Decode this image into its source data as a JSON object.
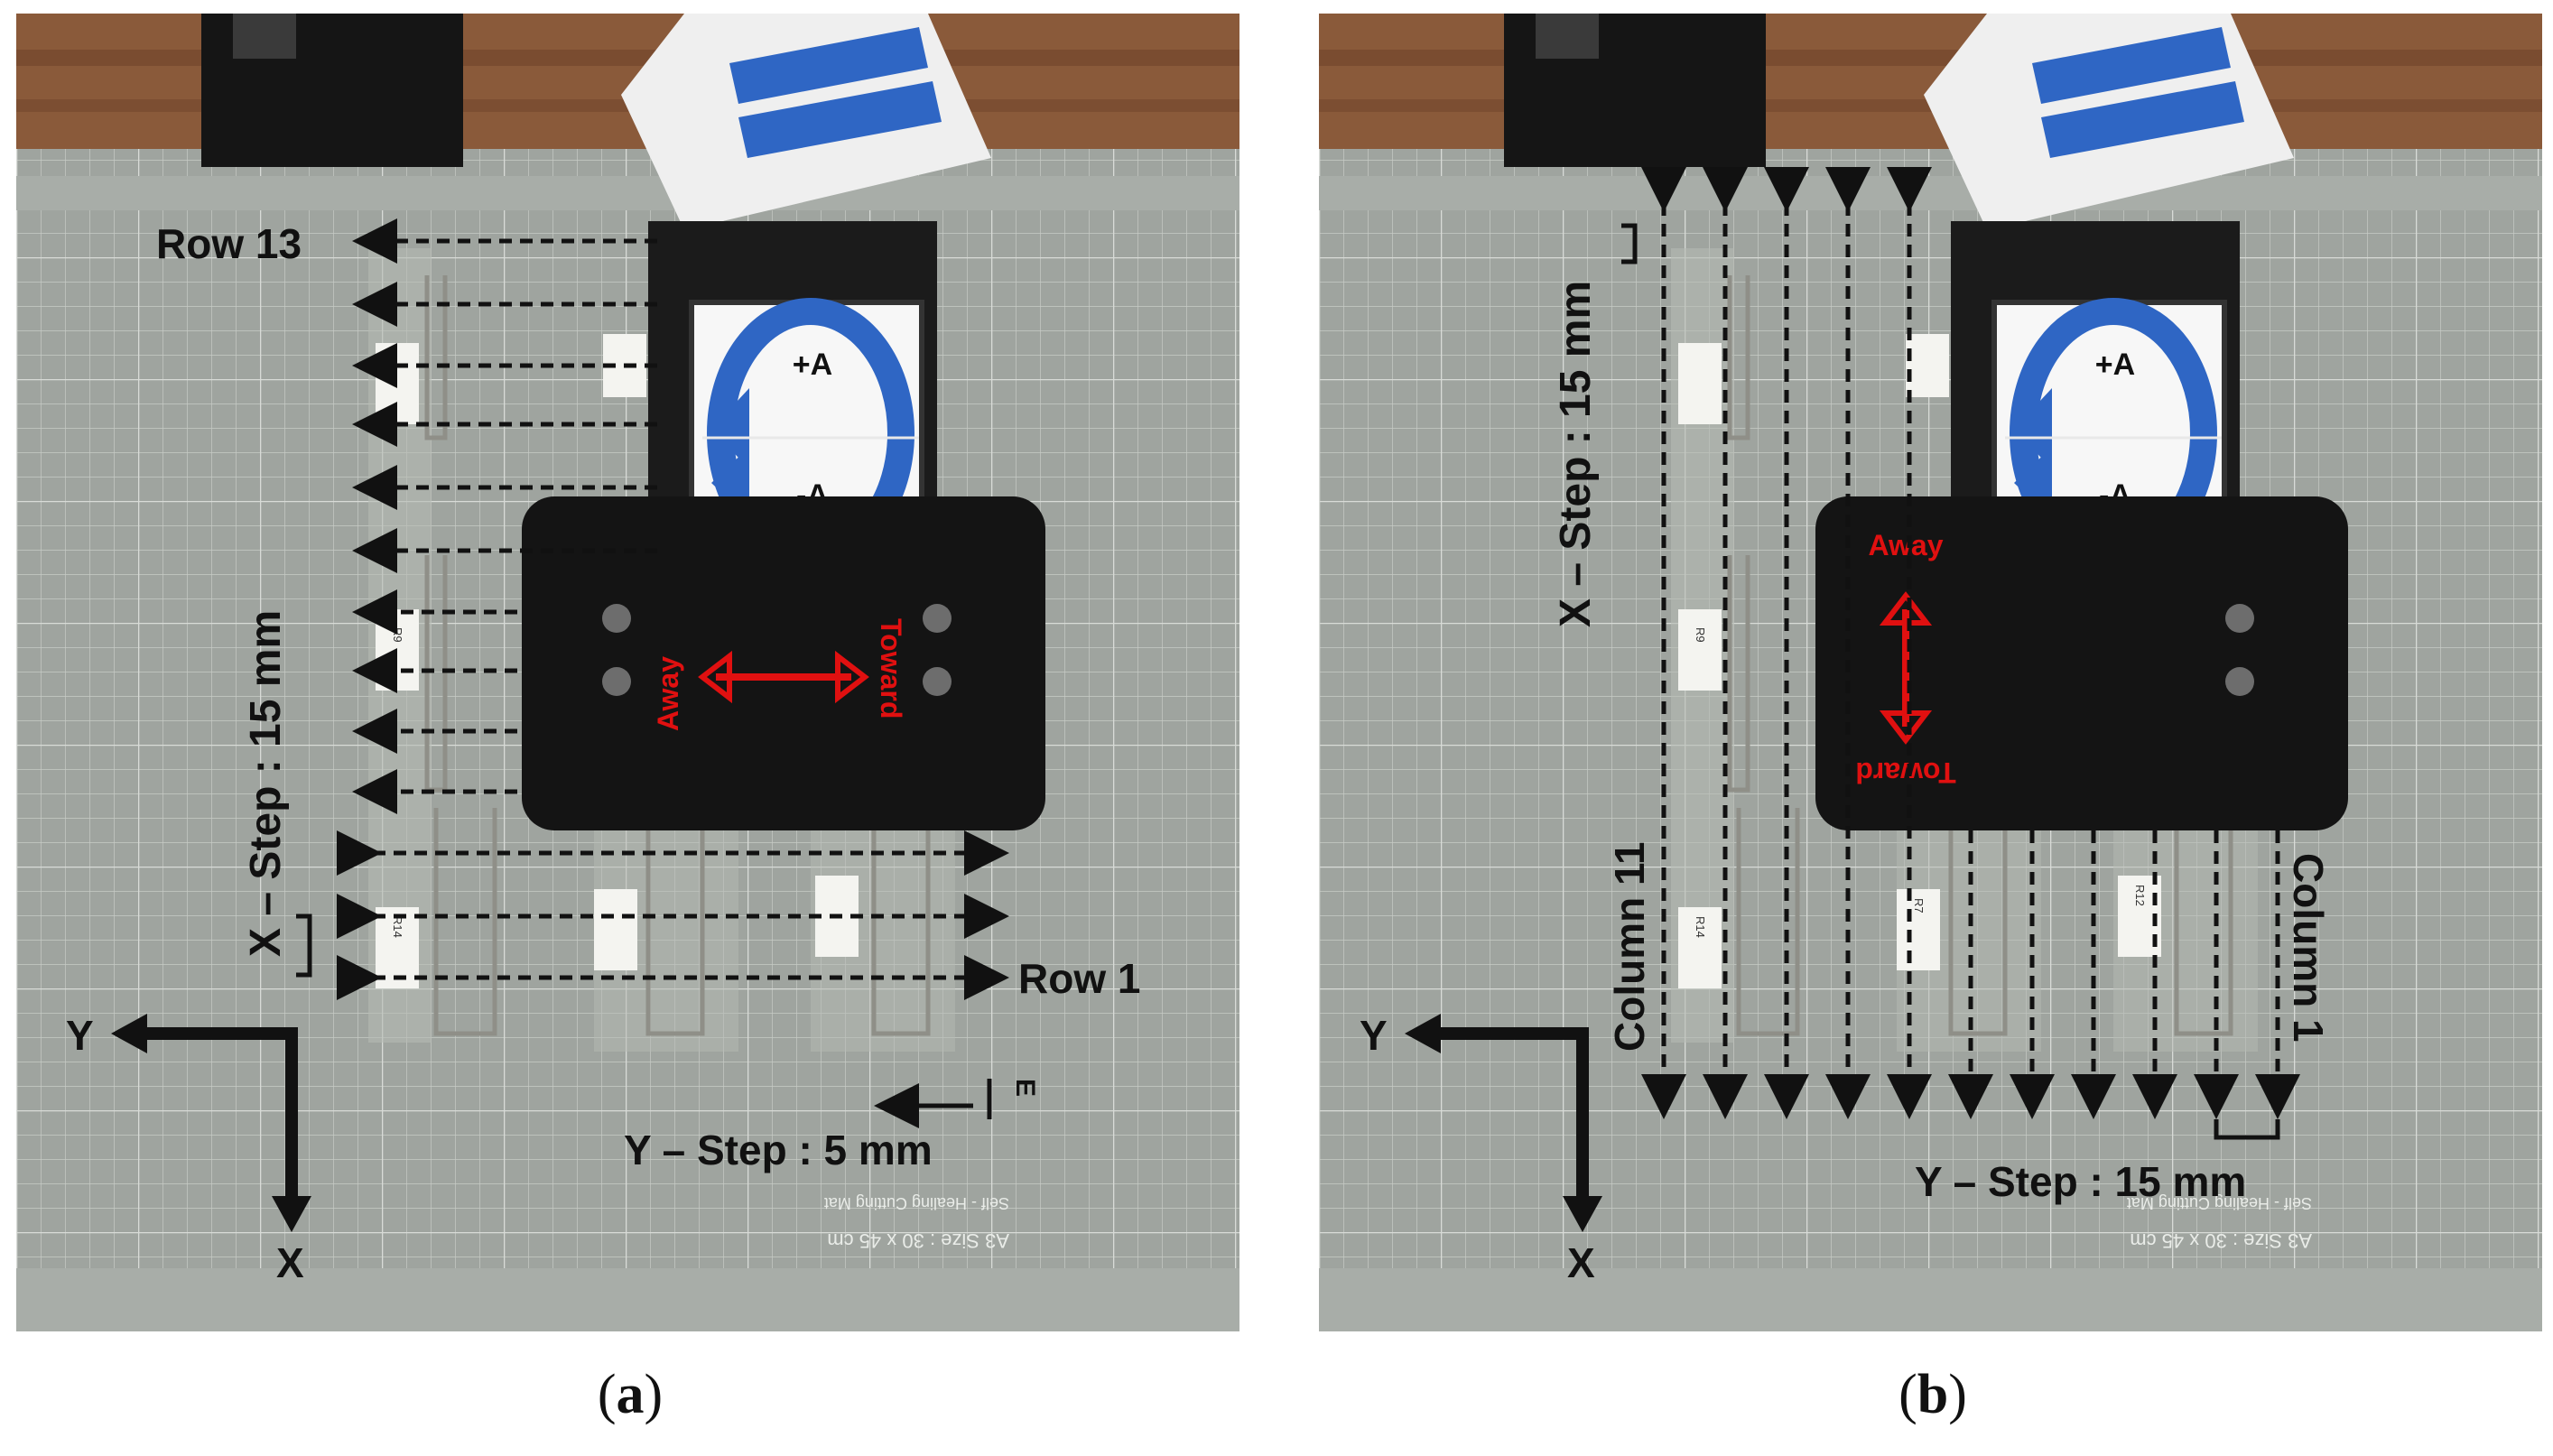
{
  "panel_a": {
    "caption_open": "(",
    "caption_letter": "a",
    "caption_close": ")",
    "row_top_label": "Row 13",
    "row_bottom_label": "Row 1",
    "x_step_label": "X – Step : 15 mm",
    "y_step_label": "Y – Step : 5 mm",
    "axis_y": "Y",
    "axis_x": "X",
    "rot_plus": "+A",
    "rot_minus": "-A",
    "dir_away": "Away",
    "dir_toward": "Toward"
  },
  "panel_b": {
    "caption_open": "(",
    "caption_letter": "b",
    "caption_close": ")",
    "col_left_label": "Column 11",
    "col_right_label": "Column 1",
    "x_step_label": "X – Step : 15 mm",
    "y_step_label": "Y – Step : 15 mm",
    "axis_y": "Y",
    "axis_x": "X",
    "rot_plus": "+A",
    "rot_minus": "-A",
    "dir_away": "Away",
    "dir_toward": "Toward"
  },
  "mat_print": {
    "size_text": "A3 Size : 30 x 45 cm",
    "brand_text": "Self - Healing Cutting Mat"
  },
  "sample_tags": {
    "r14": "R14",
    "r9": "R9",
    "r7": "R7",
    "r12": "R12"
  },
  "colors": {
    "mat": "#9fa49f",
    "grid": "#c9cdc8",
    "arrow": "#111111",
    "direction_red": "#e01010",
    "rotation_blue": "#2f66c4",
    "head_black": "#141414",
    "desk_wood": "#8a5a3a"
  }
}
